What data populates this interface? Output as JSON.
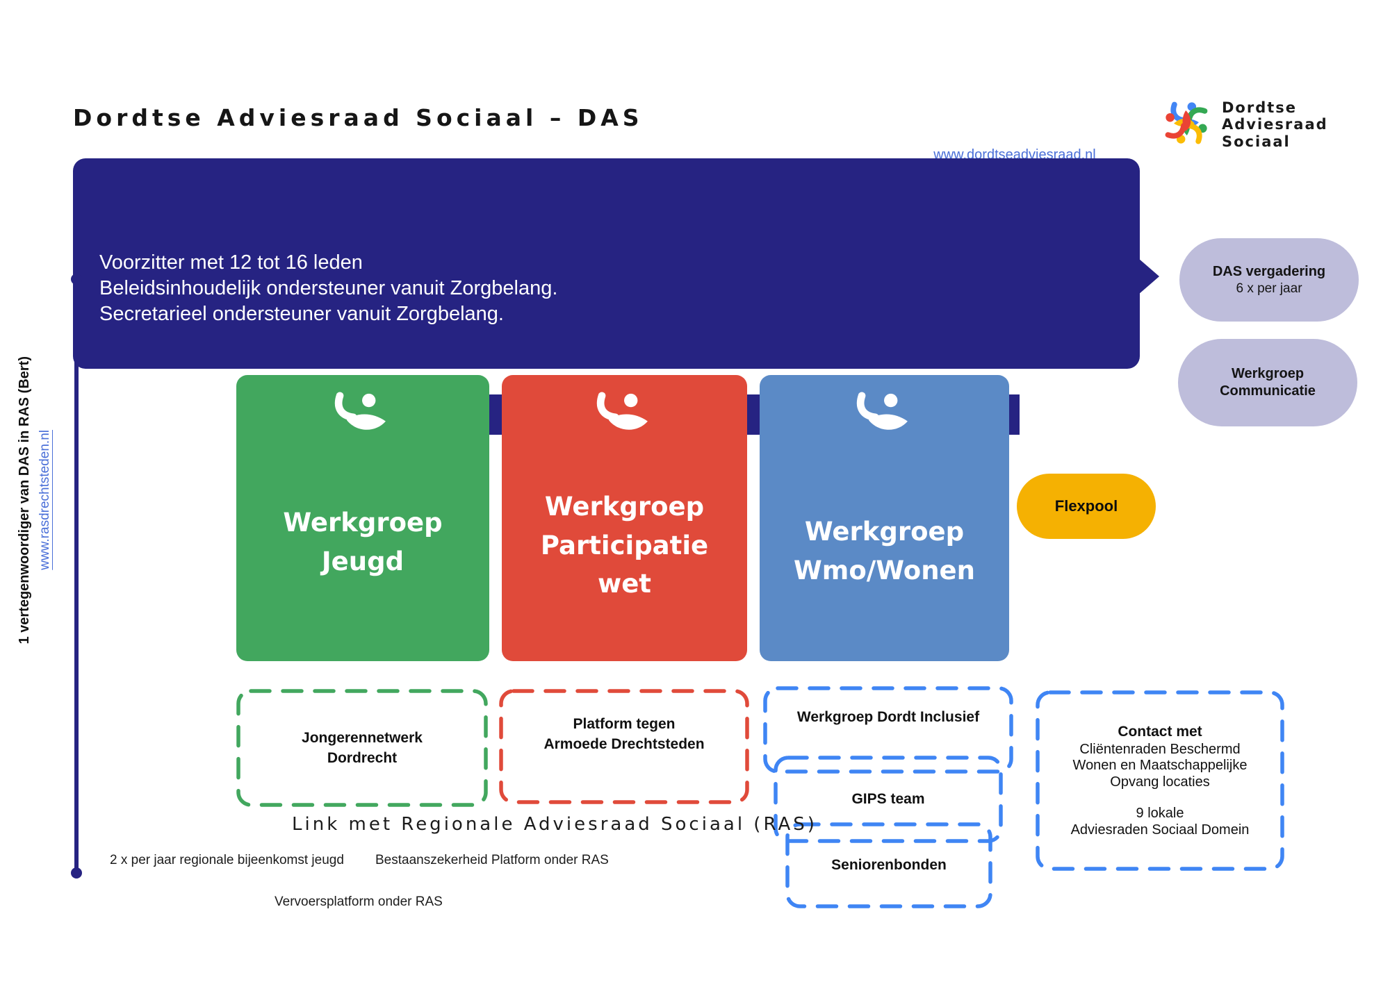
{
  "palette": {
    "navy": "#262382",
    "green": "#42a75e",
    "red": "#e04a3a",
    "card_blue": "#5b8ac6",
    "dash_blue": "#3f85f4",
    "lavender": "#bebddb",
    "amber": "#f5b102",
    "link_blue": "#4a6fd8"
  },
  "header": {
    "title": "Dordtse Adviesraad Sociaal – DAS",
    "website": "www.dordtseadviesraad.nl",
    "logo": {
      "line1": "Dordtse",
      "line2": "Adviesraad",
      "line3": "Sociaal"
    }
  },
  "banner": {
    "line1": "Voorzitter met 12 tot 16 leden",
    "line2": "Beleidsinhoudelijk ondersteuner vanuit Zorgbelang.",
    "line3": "Secretarieel ondersteuner vanuit Zorgbelang."
  },
  "bubbles": {
    "das_vergadering": {
      "title": "DAS vergadering",
      "subtitle": "6 x per jaar"
    },
    "communicatie": {
      "line1": "Werkgroep",
      "line2": "Communicatie"
    }
  },
  "left_note": {
    "label": "1 vertegenwoordiger van DAS in RAS (Bert)",
    "link": "www.rasdrechtsteden.nl"
  },
  "cards": {
    "jeugd": {
      "line1": "Werkgroep",
      "line2": "Jeugd"
    },
    "participatiewet": {
      "line1": "Werkgroep",
      "line2": "Participatie",
      "line3": "wet"
    },
    "wmo": {
      "line1": "Werkgroep",
      "line2": "Wmo/Wonen"
    }
  },
  "flexpool": {
    "label": "Flexpool"
  },
  "dashed": {
    "jongerennetwerk": {
      "line1": "Jongerennetwerk",
      "line2": "Dordrecht"
    },
    "armoede": {
      "line1": "Platform tegen",
      "line2": "Armoede Drechtsteden"
    },
    "dordt_inclusief": {
      "label": "Werkgroep Dordt Inclusief"
    },
    "gips": {
      "label": "GIPS team"
    },
    "seniorenbonden": {
      "label": "Seniorenbonden"
    },
    "contact": {
      "title": "Contact met",
      "line1": "Cliëntenraden Beschermd",
      "line2": "Wonen en Maatschappelijke",
      "line3": "Opvang locaties",
      "line4": "9 lokale",
      "line5": "Adviesraden Sociaal Domein"
    }
  },
  "ras": {
    "heading": "Link met Regionale Adviesraad Sociaal (RAS)",
    "note1": "2 x per jaar regionale bijeenkomst jeugd",
    "note2": "Bestaanszekerheid Platform onder RAS",
    "note3": "Vervoersplatform onder RAS"
  }
}
